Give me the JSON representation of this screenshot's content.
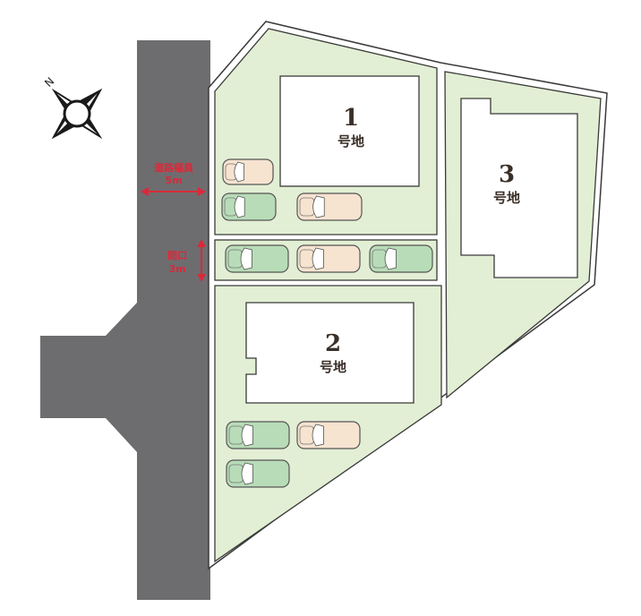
{
  "colors": {
    "road": "#6d6d6f",
    "lot": "#e2efd4",
    "lot_border": "#3a3a3a",
    "accent_red": "#d92a3a",
    "car_green": "#b8dcb8",
    "car_beige": "#f6e3d0"
  },
  "compass": {
    "label": "N",
    "icon": "compass-rose-icon"
  },
  "road": {
    "width_label": "道路幅員",
    "width_value": "5m",
    "frontage_label": "間口",
    "frontage_value": "3m"
  },
  "lots": [
    {
      "number": "1",
      "label": "号地"
    },
    {
      "number": "2",
      "label": "号地"
    },
    {
      "number": "3",
      "label": "号地"
    }
  ],
  "cars": [
    {
      "lot": "1",
      "color": "beige"
    },
    {
      "lot": "1",
      "color": "green"
    },
    {
      "lot": "1",
      "color": "beige"
    },
    {
      "lot": "driveway",
      "color": "green"
    },
    {
      "lot": "driveway",
      "color": "beige"
    },
    {
      "lot": "driveway",
      "color": "green"
    },
    {
      "lot": "2",
      "color": "green"
    },
    {
      "lot": "2",
      "color": "beige"
    },
    {
      "lot": "2",
      "color": "green"
    }
  ]
}
